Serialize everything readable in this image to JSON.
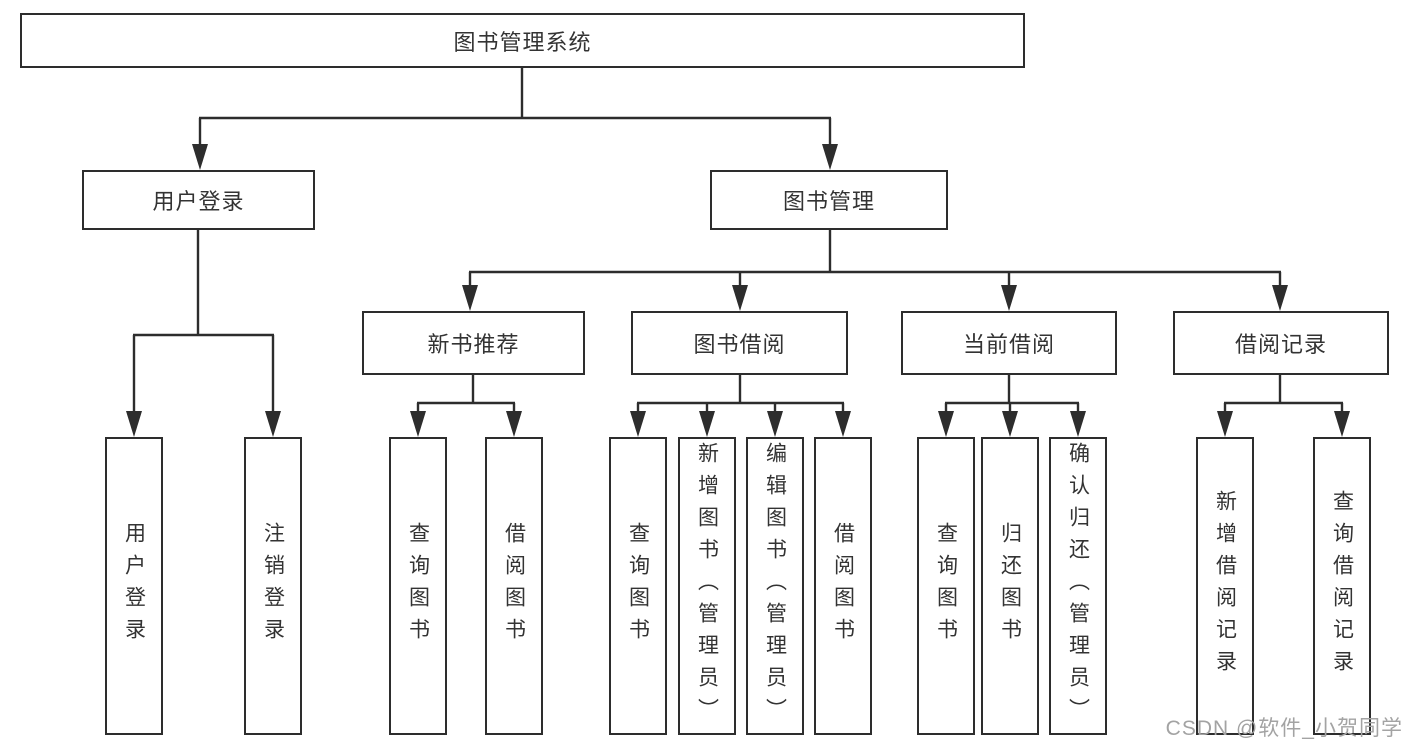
{
  "diagram": {
    "root": {
      "label": "图书管理系统"
    },
    "branches": [
      {
        "label": "用户登录",
        "leaves": [
          {
            "label": "用户登录"
          },
          {
            "label": "注销登录"
          }
        ]
      },
      {
        "label": "图书管理",
        "groups": [
          {
            "label": "新书推荐",
            "leaves": [
              {
                "label": "查询图书"
              },
              {
                "label": "借阅图书"
              }
            ]
          },
          {
            "label": "图书借阅",
            "leaves": [
              {
                "label": "查询图书"
              },
              {
                "label": "新增图书（管理员）"
              },
              {
                "label": "编辑图书（管理员）"
              },
              {
                "label": "借阅图书"
              }
            ]
          },
          {
            "label": "当前借阅",
            "leaves": [
              {
                "label": "查询图书"
              },
              {
                "label": "归还图书"
              },
              {
                "label": "确认归还（管理员）"
              }
            ]
          },
          {
            "label": "借阅记录",
            "leaves": [
              {
                "label": "新增借阅记录"
              },
              {
                "label": "查询借阅记录"
              }
            ]
          }
        ]
      }
    ]
  },
  "watermark": {
    "text": "CSDN @软件_小贺同学"
  },
  "colors": {
    "line": "#2d2d2d",
    "text": "#333333",
    "background": "#ffffff",
    "watermark": "#a3a3a3"
  }
}
